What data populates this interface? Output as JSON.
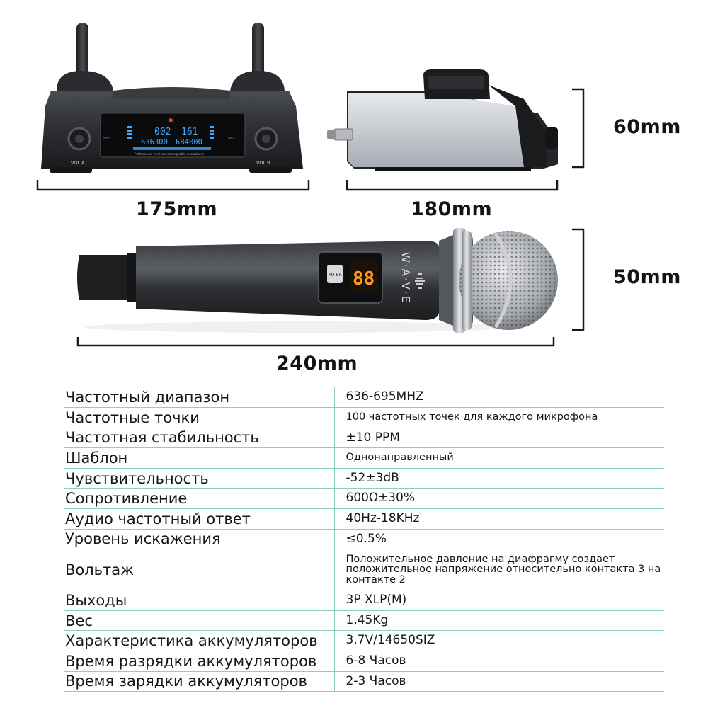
{
  "dimensions": {
    "receiver_width": "175mm",
    "receiver_depth": "180mm",
    "receiver_height": "60mm",
    "mic_diameter": "50mm",
    "mic_length": "240mm"
  },
  "receiver": {
    "vol_a": "VOL A",
    "vol_b": "VOL B",
    "set_left": "SET",
    "set_right": "SET",
    "display_left_channel": "002",
    "display_right_channel": "161",
    "display_left_freq": "636300",
    "display_right_freq": "684000",
    "strip_text": "Professional wireless rechargeable microphone"
  },
  "microphone": {
    "brand": "W·A·V·E",
    "power_label": "PO-ER",
    "display_digits": "88"
  },
  "specs": [
    {
      "key": "Частотный диапазон",
      "value": "636-695MHZ"
    },
    {
      "key": "Частотные точки",
      "value": "100 частотных точек для каждого микрофона"
    },
    {
      "key": "Частотная стабильность",
      "value": "±10 PPM"
    },
    {
      "key": "Шаблон",
      "value": "Однонаправленный"
    },
    {
      "key": "Чувствительность",
      "value": "-52±3dB"
    },
    {
      "key": "Сопротивление",
      "value": "600Ω±30%"
    },
    {
      "key": "Аудио частотный ответ",
      "value": "40Hz-18KHz"
    },
    {
      "key": "Уровень искажения",
      "value": "≤0.5%"
    },
    {
      "key": "Вольтаж",
      "value": "Положительное давление на диафрагму создает положительное напряжение относительно контакта 3 на контакте 2"
    },
    {
      "key": "Выходы",
      "value": "3P XLP(M)"
    },
    {
      "key": "Вес",
      "value": "1,45Kg"
    },
    {
      "key": "Характеристика аккумуляторов",
      "value": "3.7V/14650SIZ"
    },
    {
      "key": "Время разрядки аккумуляторов",
      "value": "6-8 Часов"
    },
    {
      "key": "Время зарядки аккумуляторов",
      "value": "2-3 Часов"
    }
  ],
  "colors": {
    "table_line": "#8ecfc4",
    "device_dark": "#2b2d30",
    "display_blue": "#3fa9ff",
    "display_orange": "#ff9a1f"
  }
}
